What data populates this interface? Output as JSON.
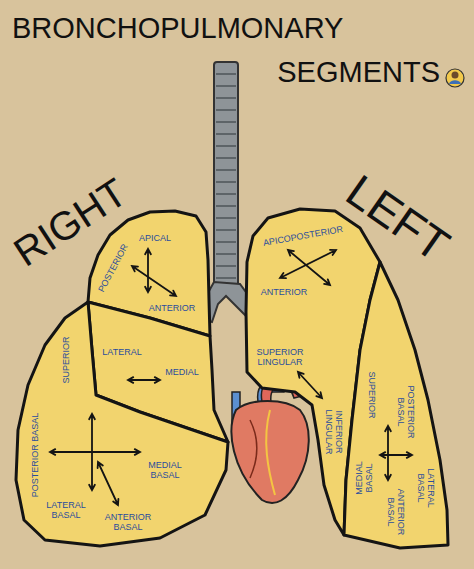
{
  "diagram": {
    "title": "BRONCHOPULMONARY SEGMENTS",
    "nodes": [
      {
        "text": [
          "RIGHT"
        ]
      },
      {
        "text": [
          "APICAL",
          "POSTERIOR",
          "ANTERIOR"
        ],
        "in": 0
      },
      {
        "text": [
          "LATERAL",
          "MEDIAL"
        ],
        "in": 0
      },
      {
        "text": [
          "SUPERIOR",
          "POSTERIOR BASAL",
          "LATERAL BASAL",
          "MEDIAL BASAL",
          "ANTERIOR BASAL"
        ],
        "in": 0
      },
      {
        "text": [
          "LEFT"
        ]
      },
      {
        "text": [
          "APICOPOSTERIOR",
          "ANTERIOR",
          "SUPERIOR LINGULAR",
          "INFERIOR LINGULAR"
        ],
        "in": 4
      },
      {
        "text": [
          "SUPERIOR",
          "POSTERIOR BASAL",
          "LATERAL BASAL",
          "MEDIAL BASAL",
          "ANTERIOR BASAL"
        ],
        "in": 4
      }
    ]
  }
}
